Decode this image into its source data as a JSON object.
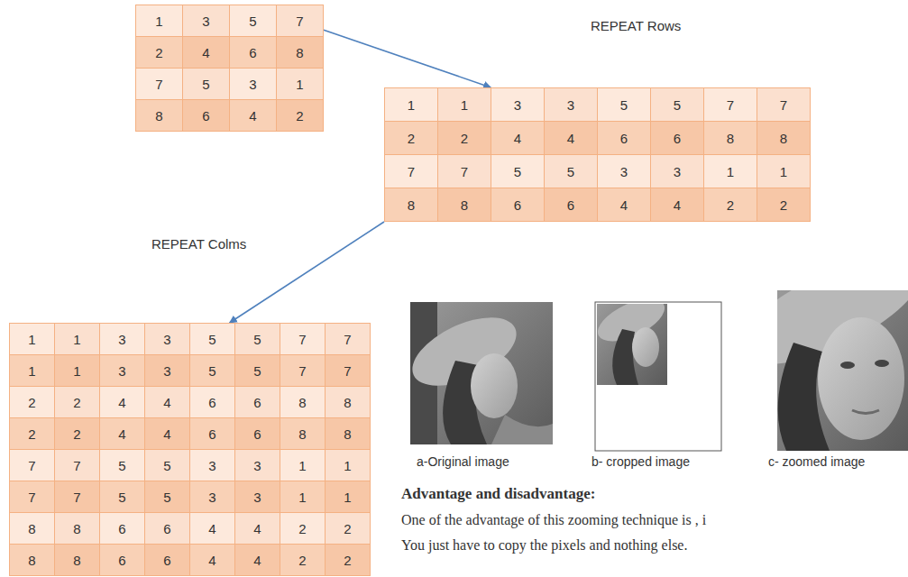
{
  "diagram": {
    "nodes": [
      {
        "text": [
          "1",
          "3",
          "5",
          "7",
          "2",
          "4",
          "6",
          "8",
          "7",
          "5",
          "3",
          "1",
          "8",
          "6",
          "4",
          "2"
        ]
      },
      {
        "text": [
          "1",
          "1",
          "3",
          "3",
          "5",
          "5",
          "7",
          "7",
          "2",
          "2",
          "4",
          "4",
          "6",
          "6",
          "8",
          "8",
          "7",
          "7",
          "5",
          "5",
          "3",
          "3",
          "1",
          "1",
          "8",
          "8",
          "6",
          "6",
          "4",
          "4",
          "2",
          "2"
        ]
      },
      {
        "text": [
          "1",
          "1",
          "3",
          "3",
          "5",
          "5",
          "7",
          "7",
          "1",
          "1",
          "3",
          "3",
          "5",
          "5",
          "7",
          "7",
          "2",
          "2",
          "4",
          "4",
          "6",
          "6",
          "8",
          "8",
          "2",
          "2",
          "4",
          "4",
          "6",
          "6",
          "8",
          "8",
          "7",
          "7",
          "5",
          "5",
          "3",
          "3",
          "1",
          "1",
          "7",
          "7",
          "5",
          "5",
          "3",
          "3",
          "1",
          "1",
          "8",
          "8",
          "6",
          "6",
          "4",
          "4",
          "2",
          "2",
          "8",
          "8",
          "6",
          "6",
          "4",
          "4",
          "2",
          "2"
        ]
      }
    ],
    "edges": [
      {
        "from": 0,
        "to": 1,
        "arrow": "to"
      },
      {
        "from": 1,
        "to": 2,
        "arrow": "to"
      }
    ],
    "labels": [
      "REPEAT Rows",
      "REPEAT Colms",
      "a-Original image",
      "b- cropped image",
      "c- zoomed image",
      "Advantage and disadvantage:",
      "One of the advantage of this zooming technique is , i",
      "You just have to copy the pixels and nothing else."
    ]
  }
}
